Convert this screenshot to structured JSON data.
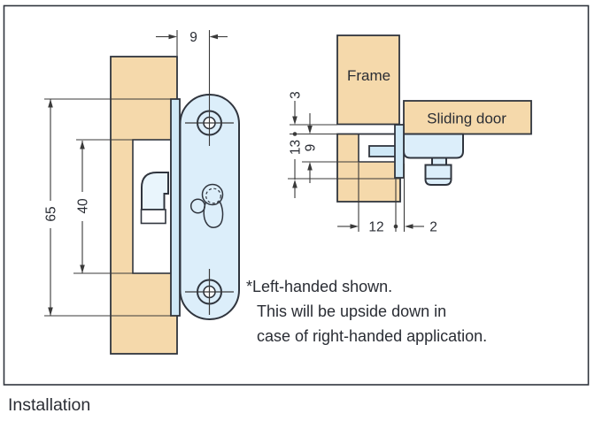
{
  "figure": {
    "caption": "Installation",
    "note": {
      "line1": "*Left-handed shown.",
      "line2": "This will be upside down in",
      "line3": "case of right-handed application."
    },
    "front_view": {
      "dim_plate_offset": "9",
      "dim_case_height": "65",
      "dim_mortise_height": "40"
    },
    "section_view": {
      "frame_label": "Frame",
      "door_label": "Sliding door",
      "dim_face_gap": "3",
      "dim_strike_depth": "13",
      "dim_mortise_depth": "9",
      "dim_pocket_width": "12",
      "dim_clearance": "2"
    }
  },
  "colors": {
    "wood": "#f5d9ab",
    "metal": "#dceefa",
    "strip": "#cfe8f6",
    "pale": "#e9f5fc",
    "outline": "#30353e",
    "dim": "#3a3a3a",
    "text": "#2a2d34",
    "bg": "#ffffff"
  }
}
